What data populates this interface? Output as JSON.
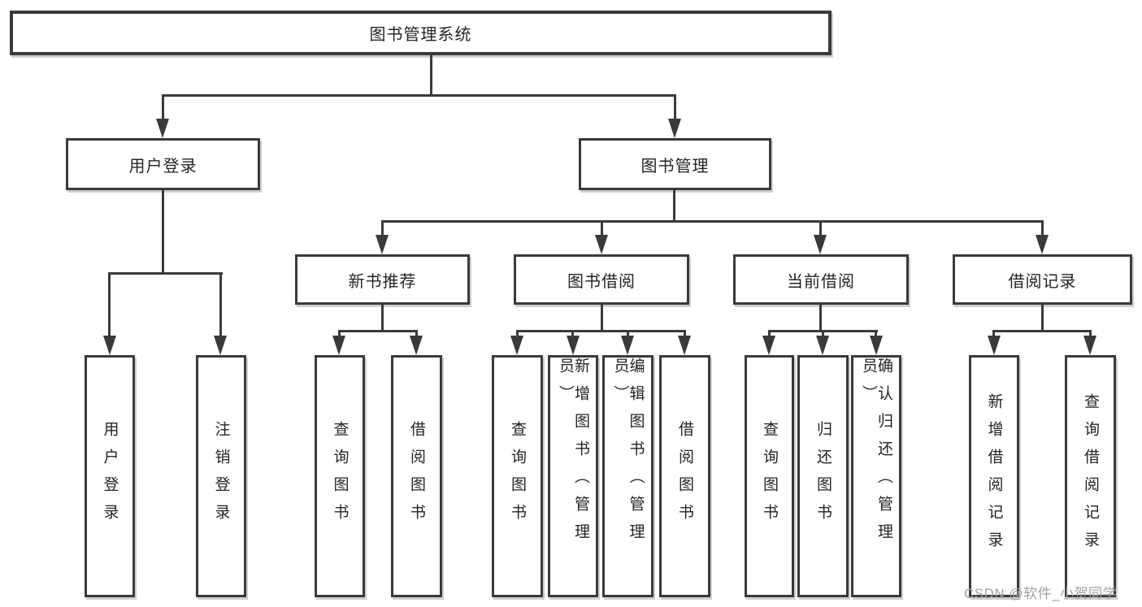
{
  "tree": {
    "root": {
      "label": "图书管理系统"
    },
    "branches": [
      {
        "label": "用户登录",
        "children": [
          {
            "label": "用户登录"
          },
          {
            "label": "注销登录"
          }
        ]
      },
      {
        "label": "图书管理",
        "children": [
          {
            "label": "新书推荐",
            "children": [
              {
                "label": "查询图书"
              },
              {
                "label": "借阅图书"
              }
            ]
          },
          {
            "label": "图书借阅",
            "children": [
              {
                "label": "查询图书"
              },
              {
                "label": "新增图书（管理员）"
              },
              {
                "label": "编辑图书（管理员）"
              },
              {
                "label": "借阅图书"
              }
            ]
          },
          {
            "label": "当前借阅",
            "children": [
              {
                "label": "查询图书"
              },
              {
                "label": "归还图书"
              },
              {
                "label": "确认归还（管理员）"
              }
            ]
          },
          {
            "label": "借阅记录",
            "children": [
              {
                "label": "新增借阅记录"
              },
              {
                "label": "查询借阅记录"
              }
            ]
          }
        ]
      }
    ]
  },
  "watermark": {
    "text": "CSDN @软件_小贺同学",
    "color": "#a2a2a2"
  },
  "colors": {
    "line": "#3a3a3a",
    "text": "#242424",
    "background": "#ffffff"
  }
}
